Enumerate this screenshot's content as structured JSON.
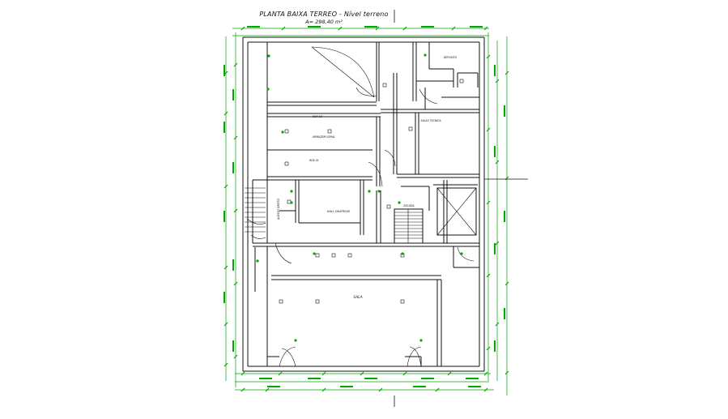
{
  "drawing": {
    "title": "PLANTA BAIXA TERREO - Nível terreno",
    "area": "A= 298,40 m²"
  },
  "rooms": [
    {
      "id": "sala",
      "label": "SALA"
    },
    {
      "id": "hall",
      "label": "HALL DIVERSAS"
    },
    {
      "id": "escada",
      "label": "ESCADA"
    },
    {
      "id": "sala-tecnica",
      "label": "SALAS TECNICA"
    },
    {
      "id": "deposito",
      "label": "DEPOSITO"
    },
    {
      "id": "acesso",
      "label": "ACESSO DIRETO"
    },
    {
      "id": "armazem",
      "label": "ARMAZEM GERAL"
    },
    {
      "id": "box-01",
      "label": "BOX 01"
    },
    {
      "id": "box-02",
      "label": "BOX 02"
    }
  ],
  "colors": {
    "wall": "#111111",
    "dimension": "#00a800",
    "text": "#111111",
    "background": "#ffffff"
  }
}
